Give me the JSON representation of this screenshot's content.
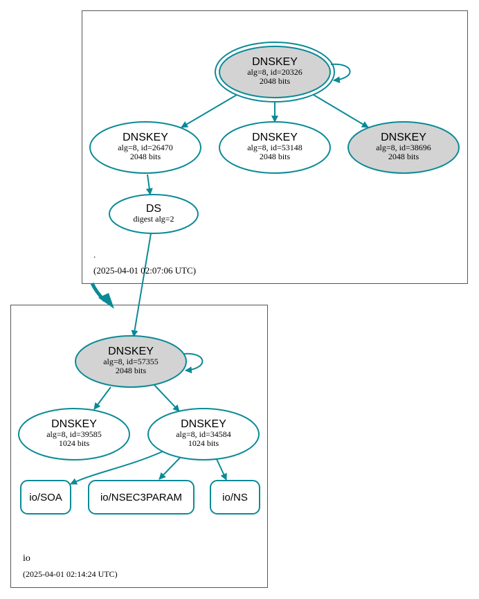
{
  "colors": {
    "edge": "#0a8a96",
    "node_stroke": "#0a8a96",
    "sep_fill": "#d3d3d3",
    "zone_border": "#555555",
    "text": "#000000"
  },
  "zones": [
    {
      "id": "root",
      "name": ".",
      "timestamp": "(2025-04-01 02:07:06 UTC)"
    },
    {
      "id": "io",
      "name": "io",
      "timestamp": "(2025-04-01 02:14:24 UTC)"
    }
  ],
  "nodes": {
    "root_ksk": {
      "title": "DNSKEY",
      "line1": "alg=8, id=20326",
      "line2": "2048 bits",
      "sep": true,
      "trust_anchor": true
    },
    "root_k26470": {
      "title": "DNSKEY",
      "line1": "alg=8, id=26470",
      "line2": "2048 bits",
      "sep": false
    },
    "root_k53148": {
      "title": "DNSKEY",
      "line1": "alg=8, id=53148",
      "line2": "2048 bits",
      "sep": false
    },
    "root_k38696": {
      "title": "DNSKEY",
      "line1": "alg=8, id=38696",
      "line2": "2048 bits",
      "sep": true
    },
    "io_ds": {
      "title": "DS",
      "line1": "digest alg=2"
    },
    "io_ksk": {
      "title": "DNSKEY",
      "line1": "alg=8, id=57355",
      "line2": "2048 bits",
      "sep": true
    },
    "io_k39585": {
      "title": "DNSKEY",
      "line1": "alg=8, id=39585",
      "line2": "1024 bits",
      "sep": false
    },
    "io_k34584": {
      "title": "DNSKEY",
      "line1": "alg=8, id=34584",
      "line2": "1024 bits",
      "sep": false
    },
    "io_soa": {
      "label": "io/SOA"
    },
    "io_nsec3param": {
      "label": "io/NSEC3PARAM"
    },
    "io_ns": {
      "label": "io/NS"
    }
  },
  "edges": [
    {
      "from": "root_ksk",
      "to": "root_ksk"
    },
    {
      "from": "root_ksk",
      "to": "root_k26470"
    },
    {
      "from": "root_ksk",
      "to": "root_k53148"
    },
    {
      "from": "root_ksk",
      "to": "root_k38696"
    },
    {
      "from": "root_k26470",
      "to": "io_ds"
    },
    {
      "from": "io_ds",
      "to": "io_ksk"
    },
    {
      "from": "io_ksk",
      "to": "io_ksk"
    },
    {
      "from": "io_ksk",
      "to": "io_k39585"
    },
    {
      "from": "io_ksk",
      "to": "io_k34584"
    },
    {
      "from": "io_k34584",
      "to": "io_soa"
    },
    {
      "from": "io_k34584",
      "to": "io_nsec3param"
    },
    {
      "from": "io_k34584",
      "to": "io_ns"
    },
    {
      "from": "root",
      "to": "io",
      "kind": "delegation"
    }
  ]
}
